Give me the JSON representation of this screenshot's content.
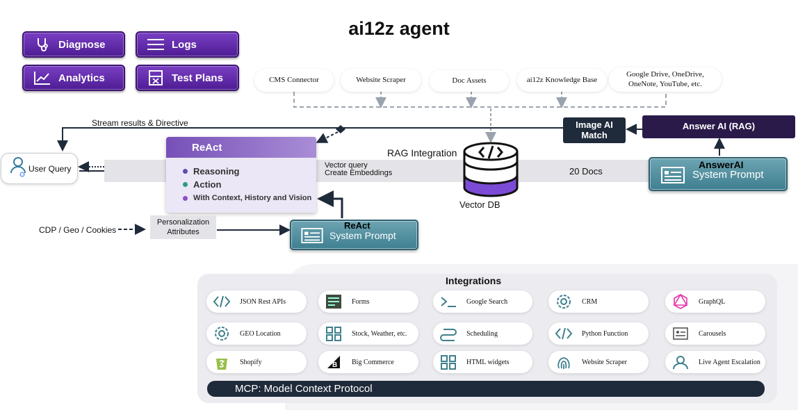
{
  "title": "ai12z agent",
  "nav": {
    "diagnose": "Diagnose",
    "logs": "Logs",
    "analytics": "Analytics",
    "test_plans": "Test Plans"
  },
  "sources": {
    "cms": "CMS Connector",
    "scraper": "Website Scraper",
    "doc": "Doc Assets",
    "kb": "ai12z Knowledge Base",
    "drive_l1": "Google Drive, OneDrive,",
    "drive_l2": "OneNote, YouTube, etc."
  },
  "flow": {
    "stream": "Stream results  & Directive",
    "user_query": "User Query",
    "rag_integration": "RAG Integration",
    "vector_query": "Vector query",
    "create_embeddings": "Create Embeddings",
    "vector_db": "Vector DB",
    "docs": "20 Docs",
    "cdp": "CDP / Geo / Cookies",
    "pers_l1": "Personalization",
    "pers_l2": "Attributes"
  },
  "react": {
    "head": "ReAct",
    "items": [
      "Reasoning",
      "Action",
      "With Context, History and Vision"
    ]
  },
  "react_sys": {
    "title": "ReAct",
    "label": "System Prompt"
  },
  "answer_sys": {
    "title": "AnswerAI",
    "label": "System Prompt"
  },
  "image_match": {
    "l1": "Image AI",
    "l2": "Match"
  },
  "answer_rag": "Answer AI (RAG)",
  "integrations": {
    "title": "Integrations",
    "items": [
      "JSON Rest APIs",
      "Forms",
      "Google Search",
      "CRM",
      "GraphQL",
      "GEO Location",
      "Stock, Weather, etc.",
      "Scheduling",
      "Python Function",
      "Carousels",
      "Shopify",
      "Big Commerce",
      "HTML widgets",
      "Website Scraper",
      "Live Agent Escalation"
    ]
  },
  "mcp": "MCP: Model Context Protocol",
  "colors": {
    "purple": "#5a2aa3",
    "teal": "#3e7f90",
    "navy": "#1f2a3a",
    "answer": "#2a1a4a"
  }
}
